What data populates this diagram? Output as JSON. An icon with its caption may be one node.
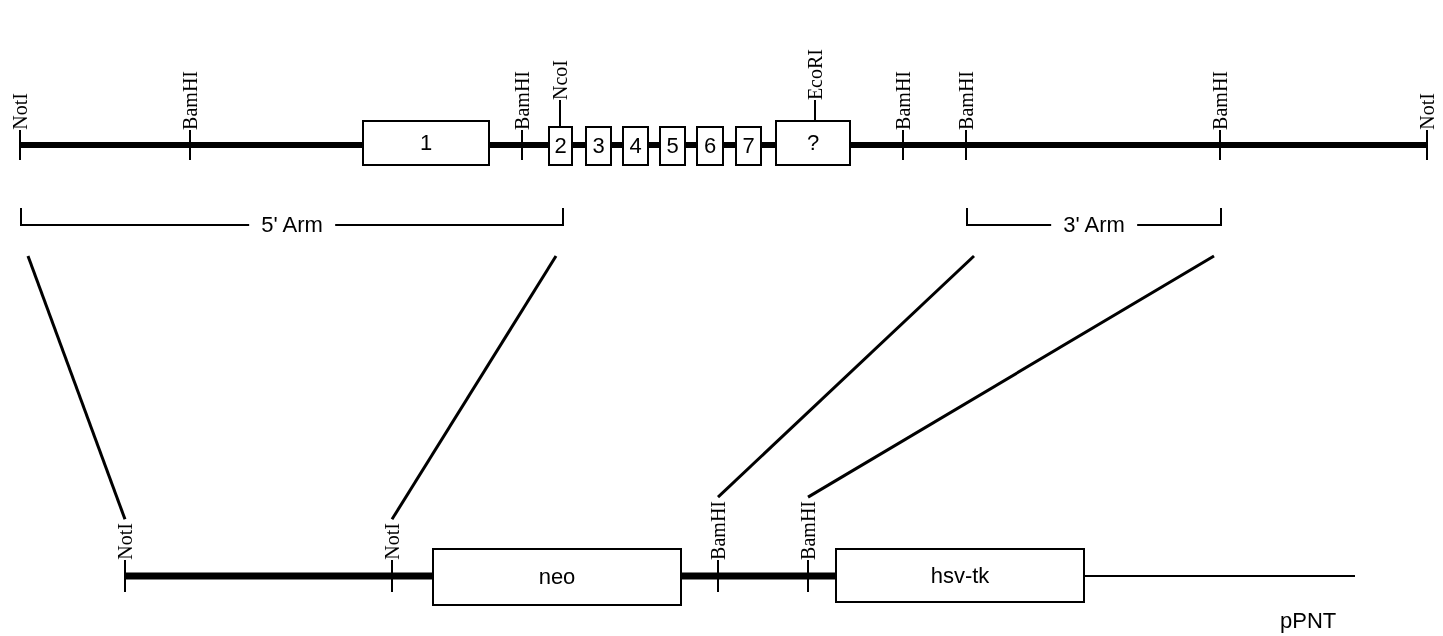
{
  "diagram": {
    "nodes": [
      {
        "text": [
          "1"
        ]
      },
      {
        "text": [
          "2"
        ]
      },
      {
        "text": [
          "3"
        ]
      },
      {
        "text": [
          "4"
        ]
      },
      {
        "text": [
          "5"
        ]
      },
      {
        "text": [
          "6"
        ]
      },
      {
        "text": [
          "7"
        ]
      },
      {
        "text": [
          "?"
        ]
      },
      {
        "text": [
          "5' Arm"
        ]
      },
      {
        "text": [
          "3' Arm"
        ]
      },
      {
        "text": [
          "NotI"
        ]
      },
      {
        "text": [
          "NotI"
        ]
      },
      {
        "text": [
          "BamHI"
        ]
      },
      {
        "text": [
          "BamHI"
        ]
      },
      {
        "text": [
          "neo"
        ]
      },
      {
        "text": [
          "hsv-tk"
        ]
      }
    ],
    "edges": [
      {
        "from": 8,
        "to": 10,
        "arrow": "none"
      },
      {
        "from": 8,
        "to": 11,
        "arrow": "none"
      },
      {
        "from": 9,
        "to": 12,
        "arrow": "none"
      },
      {
        "from": 9,
        "to": 13,
        "arrow": "none"
      }
    ],
    "labels": [
      "NotI",
      "BamHI",
      "BamHI",
      "NcoI",
      "EcoRI",
      "BamHI",
      "BamHI",
      "BamHI",
      "NotI",
      "pPNT"
    ]
  }
}
